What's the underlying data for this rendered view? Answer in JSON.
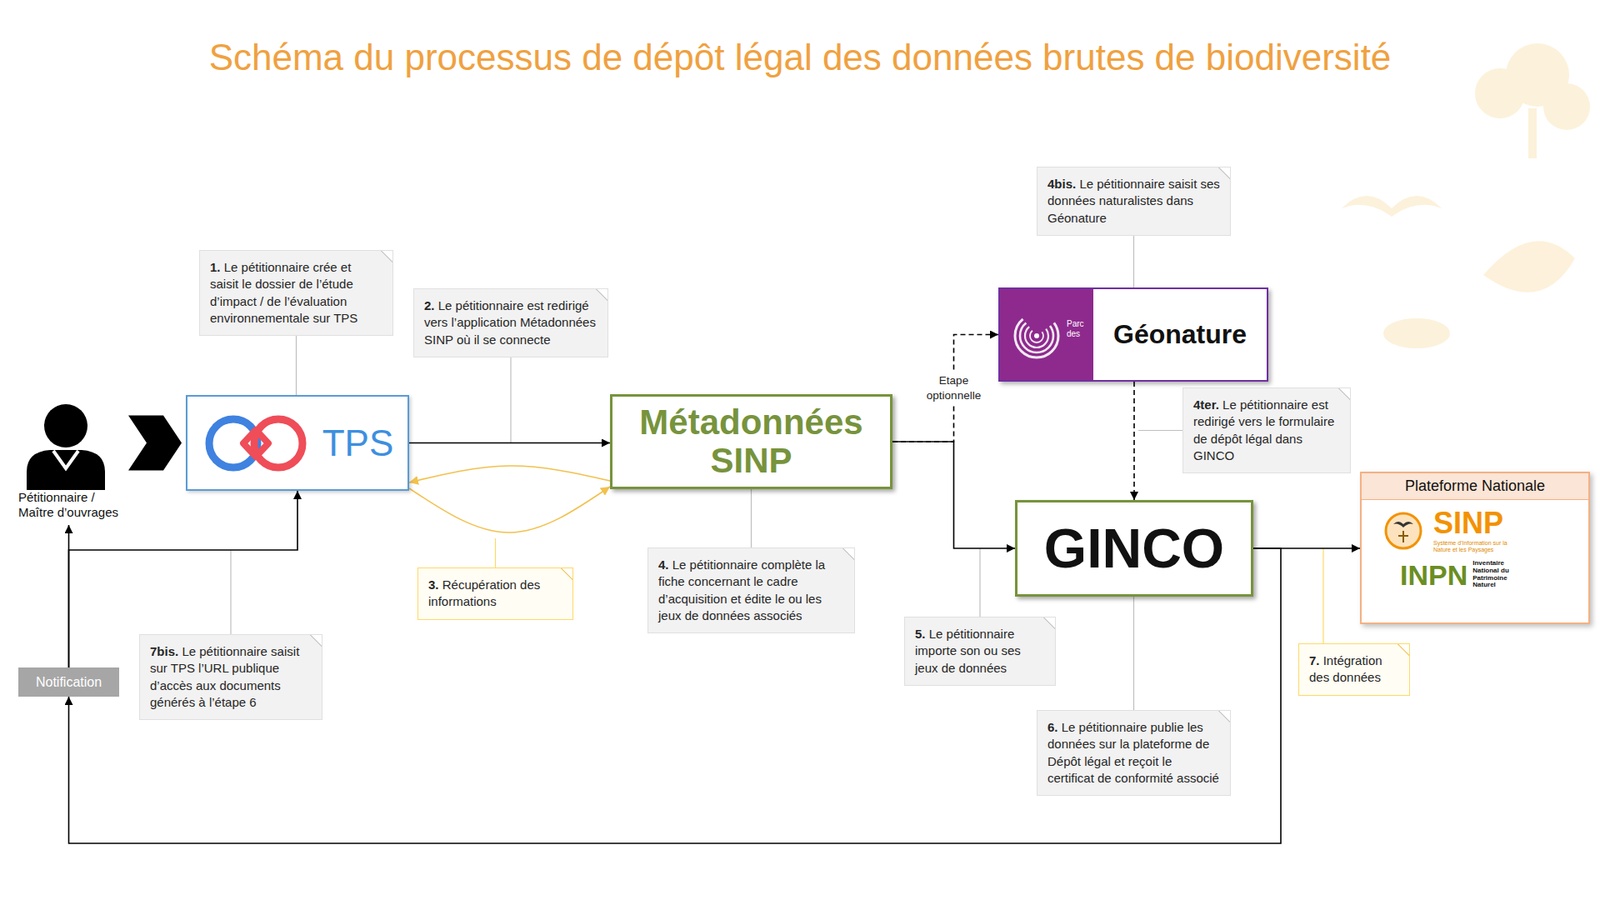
{
  "diagram": {
    "title": "Schéma du processus de dépôt légal des données brutes de biodiversité",
    "nodes": [
      {
        "text": [
          "Pétitionnaire / Maître d’ouvrages"
        ]
      },
      {
        "text": [
          "1.",
          "Le pétitionnaire crée et saisit le dossier de l’étude d’impact / de l’évaluation environnementale sur TPS"
        ]
      },
      {
        "text": [
          "TPS"
        ]
      },
      {
        "text": [
          "2.",
          "Le pétitionnaire est redirigé vers l’application Métadonnées SINP où il se connecte"
        ]
      },
      {
        "text": [
          "Métadonnées SINP"
        ]
      },
      {
        "text": [
          "3.",
          "Récupération des informations"
        ]
      },
      {
        "text": [
          "4.",
          "Le pétitionnaire complète la fiche concernant le cadre d’acquisition et édite le ou les jeux de données associés"
        ]
      },
      {
        "text": [
          "4bis.",
          "Le pétitionnaire saisit ses données naturalistes dans Géonature"
        ]
      },
      {
        "text": [
          "Parc des",
          "Géonature"
        ]
      },
      {
        "text": [
          "4ter.",
          "Le pétitionnaire est redirigé vers le formulaire de dépôt légal dans GINCO"
        ]
      },
      {
        "text": [
          "GINCO"
        ]
      },
      {
        "text": [
          "5.",
          "Le pétitionnaire importe son ou ses jeux de données"
        ]
      },
      {
        "text": [
          "6.",
          "Le pétitionnaire publie les données sur la plateforme de Dépôt légal et reçoit le certificat de conformité associé"
        ]
      },
      {
        "text": [
          "Plateforme Nationale",
          "SINP",
          "Système d’Information sur la Nature et les Paysages",
          "INPN",
          "Inventaire National du Patrimoine Naturel"
        ]
      },
      {
        "text": [
          "7.",
          "Intégration des données"
        ]
      },
      {
        "text": [
          "7bis.",
          "Le pétitionnaire saisit sur TPS l’URL publique d’accès aux documents générés à l’étape 6"
        ]
      },
      {
        "text": [
          "Notification"
        ]
      }
    ],
    "edges": [
      {
        "from": 0,
        "to": 2,
        "arrow": "to"
      },
      {
        "from": 16,
        "to": 2,
        "arrow": "to"
      },
      {
        "from": 2,
        "to": 4,
        "arrow": "to"
      },
      {
        "from": 4,
        "to": 2,
        "arrow": "to"
      },
      {
        "from": 2,
        "to": 4,
        "arrow": "to"
      },
      {
        "from": 4,
        "to": 10,
        "arrow": "to"
      },
      {
        "from": 4,
        "to": 8,
        "arrow": "to",
        "label": "Etape optionnelle"
      },
      {
        "from": 8,
        "to": 10,
        "arrow": "to"
      },
      {
        "from": 10,
        "to": 13,
        "arrow": "to"
      },
      {
        "from": 10,
        "to": 16,
        "arrow": "to"
      },
      {
        "from": 16,
        "to": 0,
        "arrow": "to"
      },
      {
        "from": 1,
        "to": 2,
        "arrow": "none"
      },
      {
        "from": 6,
        "to": 4,
        "arrow": "none"
      },
      {
        "from": 7,
        "to": 8,
        "arrow": "none"
      },
      {
        "from": 12,
        "to": 10,
        "arrow": "none"
      }
    ]
  }
}
